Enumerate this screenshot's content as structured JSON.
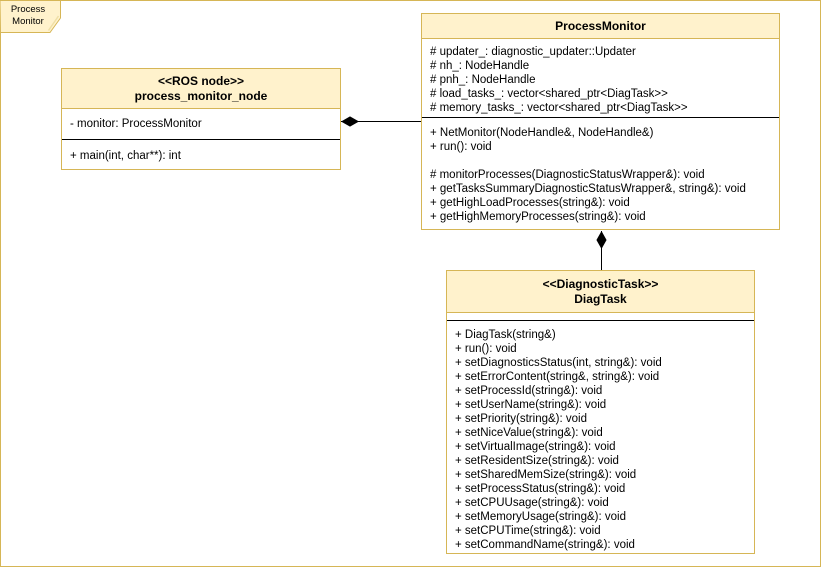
{
  "diagram": {
    "tab_label": "Process Monitor",
    "colors": {
      "shape_fill": "#FFF2CC",
      "shape_stroke": "#D6B656",
      "edge_color": "#000000",
      "background": "#FFFFFF"
    }
  },
  "classes": [
    {
      "stereotype": "<<ROS node>>",
      "name": "process_monitor_node",
      "attributes": [
        "- monitor: ProcessMonitor"
      ],
      "methods": [
        "+ main(int, char**): int"
      ]
    },
    {
      "stereotype": "",
      "name": "ProcessMonitor",
      "attributes": [
        "# updater_: diagnostic_updater::Updater",
        "# nh_: NodeHandle",
        "# pnh_: NodeHandle",
        "# load_tasks_: vector<shared_ptr<DiagTask>>",
        "# memory_tasks_: vector<shared_ptr<DiagTask>>"
      ],
      "methods": [
        "+ NetMonitor(NodeHandle&, NodeHandle&)",
        "+ run(): void",
        "",
        "# monitorProcesses(DiagnosticStatusWrapper&): void",
        "+ getTasksSummaryDiagnosticStatusWrapper&, string&): void",
        "+ getHighLoadProcesses(string&): void",
        "+ getHighMemoryProcesses(string&): void"
      ]
    },
    {
      "stereotype": "<<DiagnosticTask>>",
      "name": "DiagTask",
      "attributes": [],
      "methods": [
        "+ DiagTask(string&)",
        "+ run(): void",
        "+ setDiagnosticsStatus(int, string&): void",
        "+ setErrorContent(string&, string&): void",
        "+ setProcessId(string&): void",
        "+ setUserName(string&): void",
        "+ setPriority(string&): void",
        "+ setNiceValue(string&): void",
        "+ setVirtualImage(string&): void",
        "+ setResidentSize(string&): void",
        "+ setSharedMemSize(string&): void",
        "+ setProcessStatus(string&): void",
        "+ setCPUUsage(string&): void",
        "+ setMemoryUsage(string&): void",
        "+ setCPUTime(string&): void",
        "+ setCommandName(string&): void"
      ]
    }
  ],
  "relationships": [
    {
      "type": "composition",
      "owner": "process_monitor_node",
      "part": "ProcessMonitor"
    },
    {
      "type": "composition",
      "owner": "ProcessMonitor",
      "part": "DiagTask"
    }
  ]
}
